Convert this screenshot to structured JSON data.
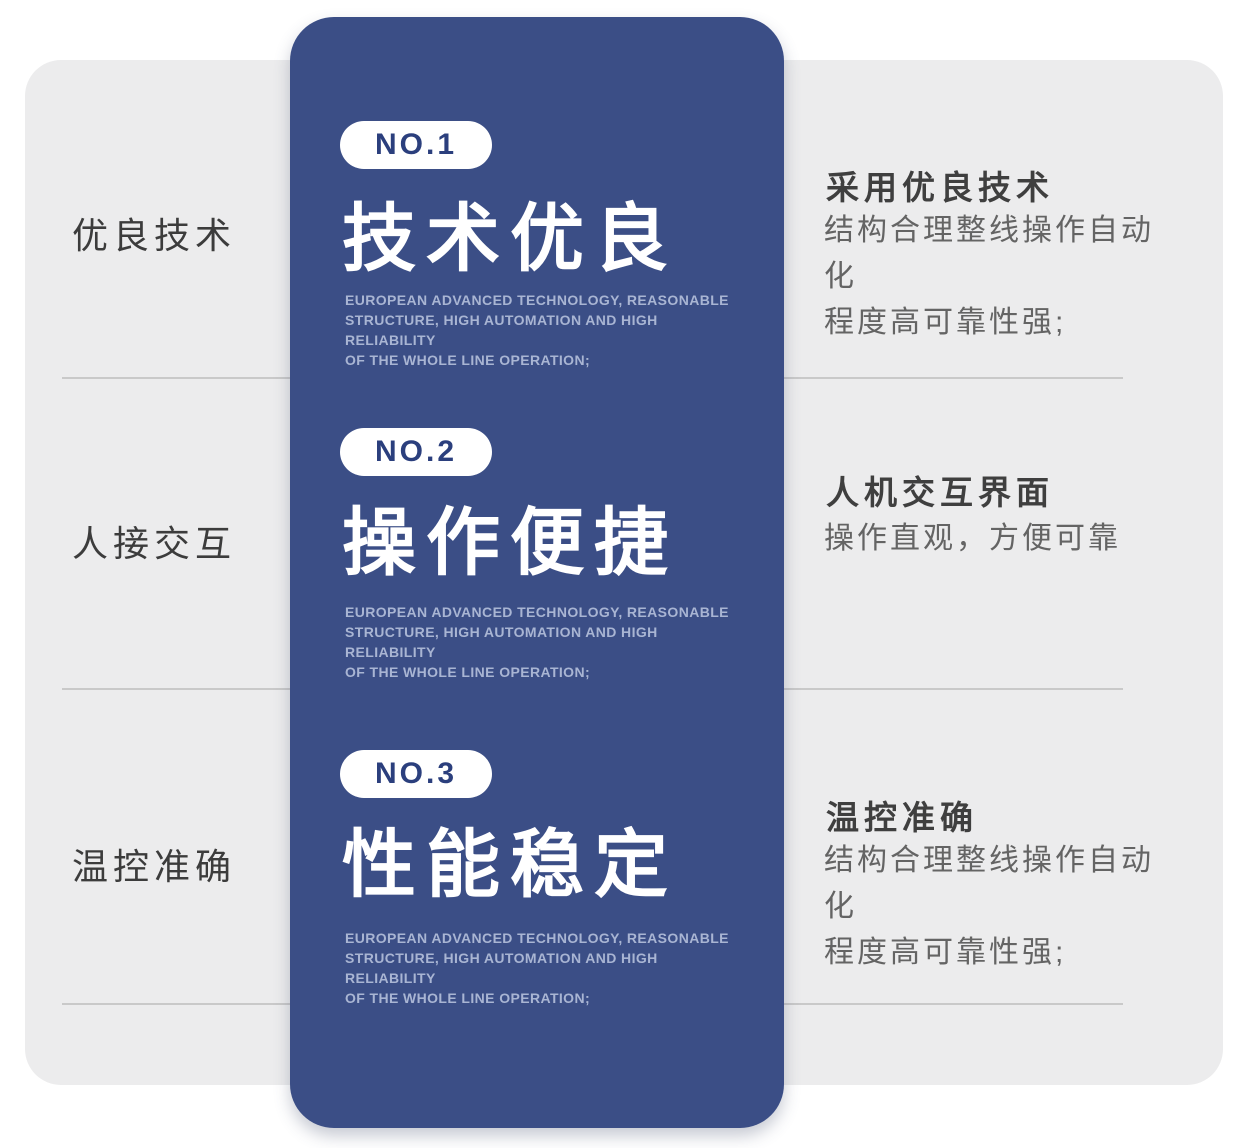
{
  "theme": {
    "page_bg": "#ffffff",
    "card_bg": "#ececed",
    "panel_bg": "#3b4e86",
    "badge_bg": "#ffffff",
    "badge_text_color": "#2b3f7d",
    "title_color": "#ffffff",
    "english_text_color": "#a9b5d3",
    "divider_color": "#c9c9c9",
    "left_label_color": "#3c3c3c",
    "right_heading_color": "#3f3f3f",
    "right_body_color": "#646464"
  },
  "sections": [
    {
      "badge": "NO.1",
      "left_label": "优良技术",
      "title": "技术优良",
      "english_lines": [
        "EUROPEAN ADVANCED TECHNOLOGY, REASONABLE",
        "STRUCTURE, HIGH AUTOMATION AND HIGH RELIABILITY",
        "OF THE WHOLE LINE OPERATION;"
      ],
      "right_heading": "采用优良技术",
      "right_body_lines": [
        "结构合理整线操作自动化",
        "程度高可靠性强;"
      ]
    },
    {
      "badge": "NO.2",
      "left_label": "人接交互",
      "title": "操作便捷",
      "english_lines": [
        "EUROPEAN ADVANCED TECHNOLOGY, REASONABLE",
        "STRUCTURE, HIGH AUTOMATION AND HIGH RELIABILITY",
        "OF THE WHOLE LINE OPERATION;"
      ],
      "right_heading": "人机交互界面",
      "right_body_lines": [
        "操作直观，方便可靠"
      ]
    },
    {
      "badge": "NO.3",
      "left_label": "温控准确",
      "title": "性能稳定",
      "english_lines": [
        "EUROPEAN ADVANCED TECHNOLOGY, REASONABLE",
        "STRUCTURE, HIGH AUTOMATION AND HIGH RELIABILITY",
        "OF THE WHOLE LINE OPERATION;"
      ],
      "right_heading": "温控准确",
      "right_body_lines": [
        "结构合理整线操作自动化",
        "程度高可靠性强;"
      ]
    }
  ]
}
